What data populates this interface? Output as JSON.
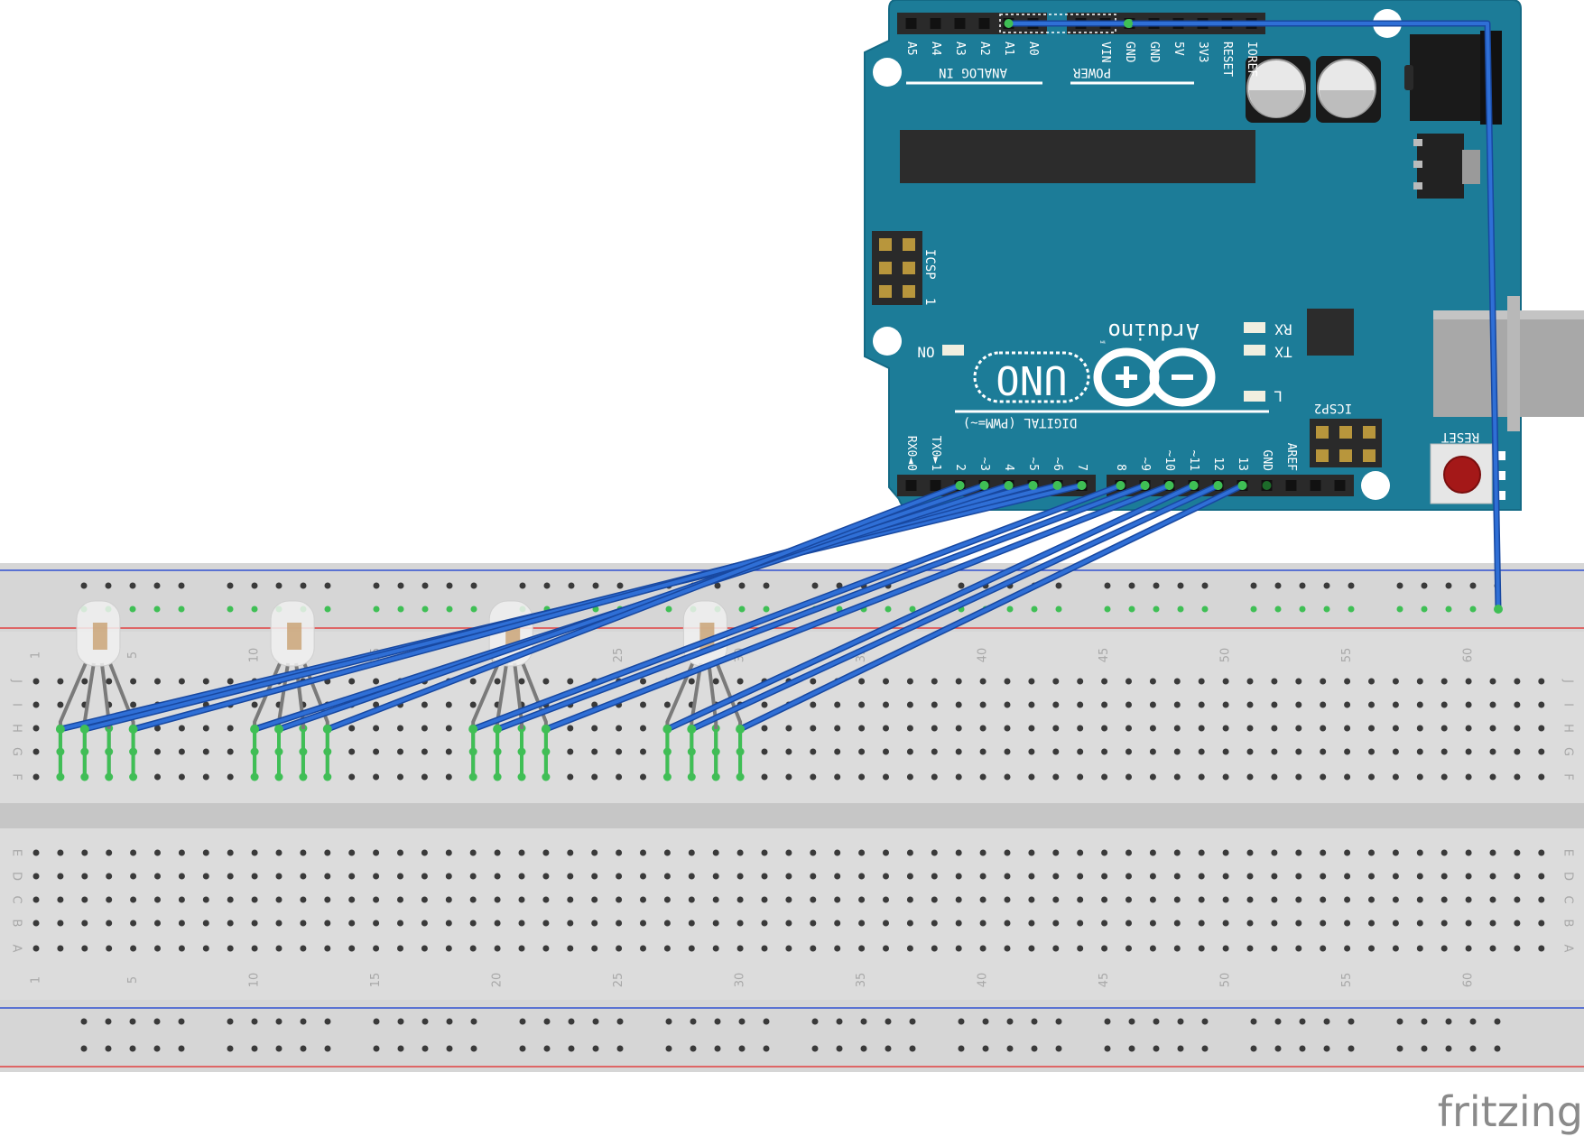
{
  "colors": {
    "board": "#1c7c98",
    "board_edge": "#146a85",
    "breadboard": "#dcdcdc",
    "breadboard_groove": "#c9c9c9",
    "hole": "#3a3a3a",
    "hole_active": "#3fbf55",
    "wire": "#2f6fd6",
    "wire_edge": "#1848a0",
    "rail_red": "#e04040",
    "rail_blue": "#3050d0",
    "label": "#ffffff",
    "bb_label": "#a8a8a8",
    "header": "#2a2a2a"
  },
  "board": {
    "analog_in_label": "ANALOG IN",
    "power_label": "POWER",
    "analog_pins": [
      "A5",
      "A4",
      "A3",
      "A2",
      "A1",
      "A0"
    ],
    "power_pins": [
      "VIN",
      "GND",
      "GND",
      "5V",
      "3V3",
      "RESET",
      "IOREF"
    ],
    "digital_label": "DIGITAL (PWM=~)",
    "digital_pins_low": [
      "RX0◄0",
      "TX0►1",
      "2",
      "~3",
      "4",
      "~5",
      "~6",
      "7"
    ],
    "digital_pins_high": [
      "8",
      "~9",
      "~10",
      "~11",
      "12",
      "13",
      "GND",
      "AREF"
    ],
    "brand": "Arduino",
    "model": "UNO",
    "tm": "™",
    "icsp_label": "ICSP",
    "icsp_one": "1",
    "icsp2_label": "ICSP2",
    "reset_label": "RESET",
    "rx_label": "RX",
    "tx_label": "TX",
    "l_label": "L",
    "on_label": "ON"
  },
  "breadboard": {
    "row_letters_top": [
      "J",
      "I",
      "H",
      "G",
      "F"
    ],
    "row_letters_bottom": [
      "E",
      "D",
      "C",
      "B",
      "A"
    ],
    "column_numbers": [
      "1",
      "5",
      "10",
      "15",
      "20",
      "25",
      "30",
      "35",
      "40",
      "45",
      "50",
      "55",
      "60"
    ]
  },
  "logo": "fritzing"
}
